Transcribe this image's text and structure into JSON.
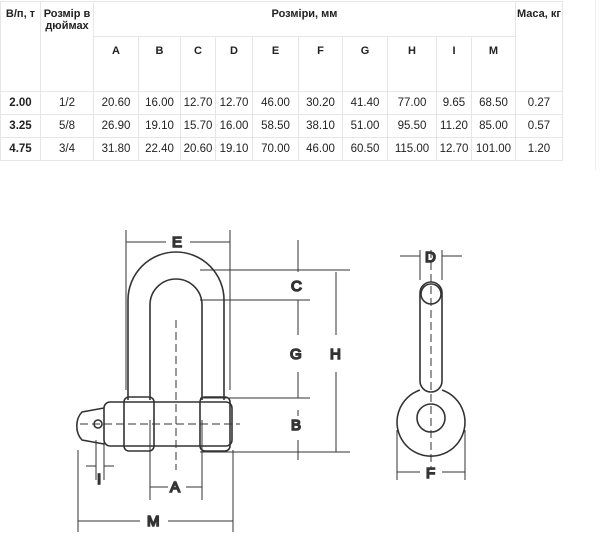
{
  "table": {
    "headers": {
      "load": "В/п, т",
      "size": "Розмір в дюймах",
      "dims": "Розміри, мм",
      "mass": "Маса, кг"
    },
    "dim_cols": [
      "A",
      "B",
      "C",
      "D",
      "E",
      "F",
      "G",
      "H",
      "I",
      "M"
    ],
    "rows": [
      {
        "load": "2.00",
        "size": "1/2",
        "dims": [
          "20.60",
          "16.00",
          "12.70",
          "12.70",
          "46.00",
          "30.20",
          "41.40",
          "77.00",
          "9.65",
          "68.50"
        ],
        "mass": "0.27"
      },
      {
        "load": "3.25",
        "size": "5/8",
        "dims": [
          "26.90",
          "19.10",
          "15.70",
          "16.00",
          "58.50",
          "38.10",
          "51.00",
          "95.50",
          "11.20",
          "85.00"
        ],
        "mass": "0.57"
      },
      {
        "load": "4.75",
        "size": "3/4",
        "dims": [
          "31.80",
          "22.40",
          "20.60",
          "19.10",
          "70.00",
          "46.00",
          "60.50",
          "115.00",
          "12.70",
          "101.00"
        ],
        "mass": "1.20"
      }
    ]
  },
  "diagram": {
    "labels": {
      "A": "A",
      "B": "B",
      "C": "C",
      "D": "D",
      "E": "E",
      "F": "F",
      "G": "G",
      "H": "H",
      "I": "I",
      "M": "M"
    }
  }
}
